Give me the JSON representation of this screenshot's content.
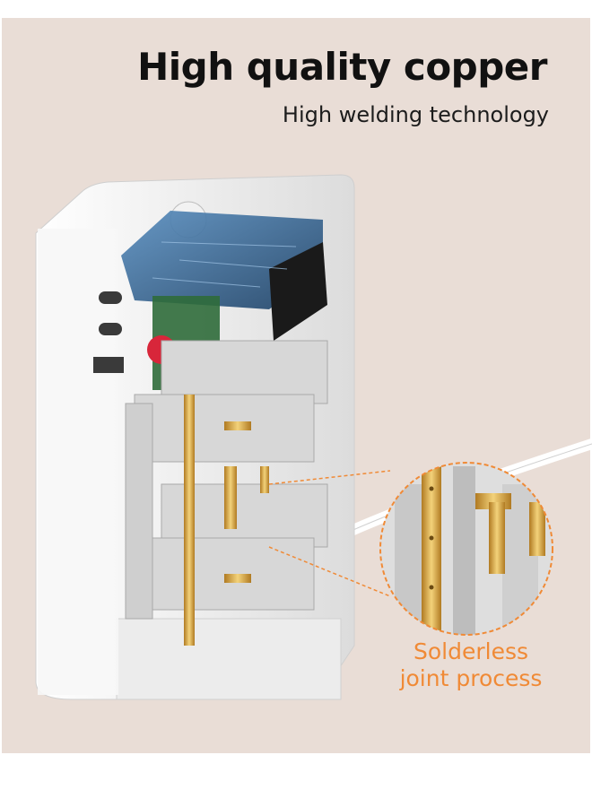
{
  "headline": "High quality copper",
  "subheadline": "High welding technology",
  "callout": {
    "line1": "Solderless",
    "line2": "joint process"
  },
  "colors": {
    "background": "#e9ddd6",
    "accent": "#f08a36",
    "copper": "#d9a441",
    "pcb": "#2e5f8a",
    "housing": "#f4f4f4"
  }
}
